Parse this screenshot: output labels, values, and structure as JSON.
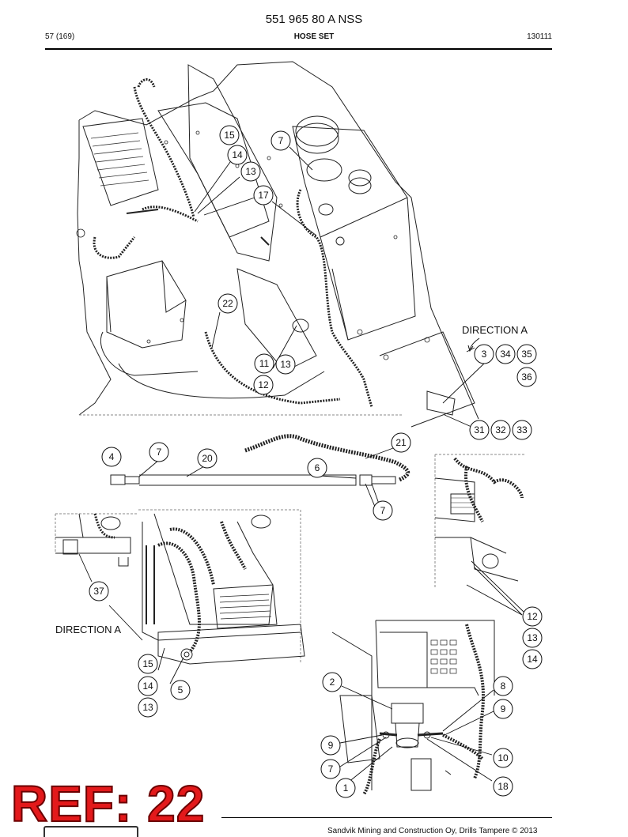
{
  "header": {
    "doc_number": "551 965 80 A NSS",
    "page": "57 (169)",
    "section_title": "HOSE SET",
    "date_code": "130111"
  },
  "footer": {
    "copyright": "Sandvik Mining and Construction Oy, Drills Tampere © 2013"
  },
  "stamp": {
    "text": "REF: 22",
    "color": "#e3191b"
  },
  "labels": {
    "direction_upper": "DIRECTION A",
    "direction_lower": "DIRECTION A"
  },
  "callouts": [
    "15",
    "14",
    "13",
    "7",
    "17",
    "22",
    "11",
    "13",
    "12",
    "3",
    "34",
    "35",
    "36",
    "31",
    "32",
    "33",
    "21",
    "4",
    "7",
    "20",
    "6",
    "7",
    "37",
    "12",
    "13",
    "14",
    "15",
    "14",
    "13",
    "5",
    "2",
    "8",
    "9",
    "9",
    "7",
    "10",
    "1",
    "18"
  ]
}
